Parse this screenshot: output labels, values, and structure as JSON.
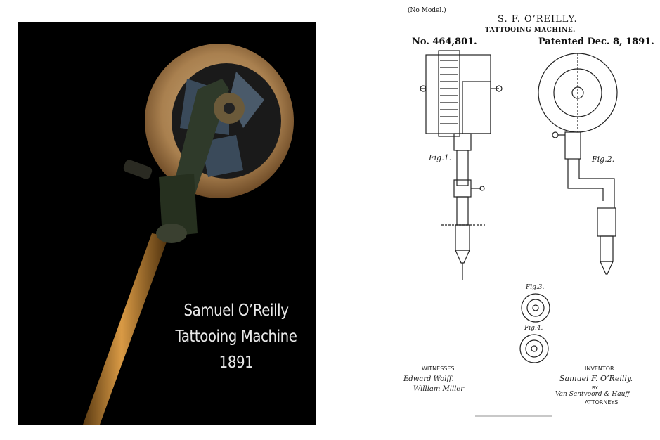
{
  "photo": {
    "caption_line1": "Samuel O’Reilly",
    "caption_line2": "Tattooing Machine",
    "caption_line3": "1891"
  },
  "patent": {
    "no_model": "(No Model.)",
    "inventor_name": "S. F. O’REILLY.",
    "title": "TATTOOING MACHINE.",
    "number": "No. 464,801.",
    "date": "Patented Dec. 8, 1891.",
    "fig1": "Fig.1.",
    "fig2": "Fig.2.",
    "fig3": "Fig.3.",
    "fig4": "Fig.4.",
    "witnesses_label": "WITNESSES:",
    "witness1": "Edward Wolff.",
    "witness2": "William Miller",
    "inventor_label": "INVENTOR:",
    "inventor_signature": "Samuel F. O’Reilly.",
    "by_label": "BY",
    "attorneys_signature": "Van Santvoord & Hauff",
    "attorneys_label": "ATTORNEYS"
  }
}
